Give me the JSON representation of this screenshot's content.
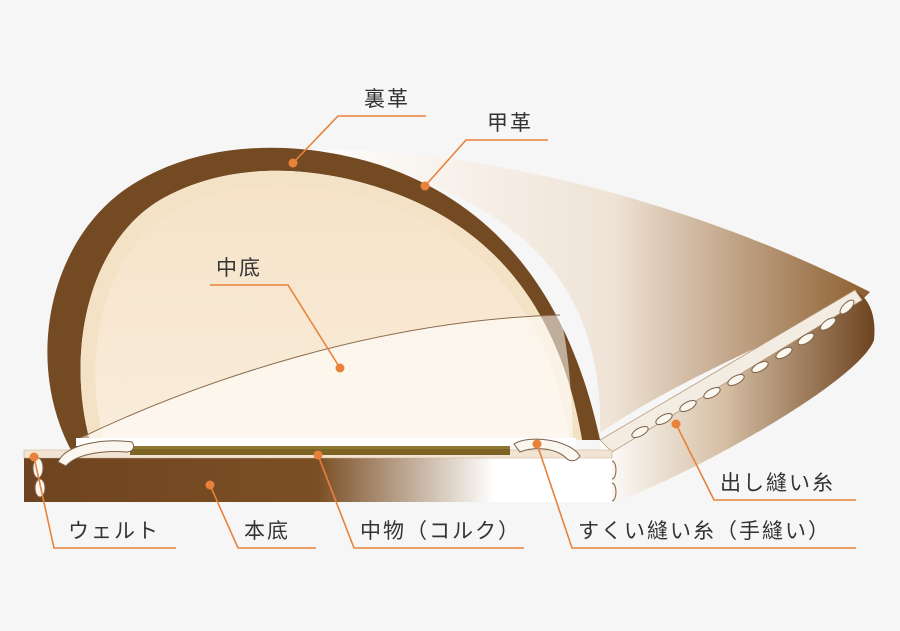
{
  "title": "",
  "colors": {
    "background": "#f6f6f6",
    "leader": "#e8823a",
    "leather_dark": "#6e4420",
    "leather_mid": "#8a5a2e",
    "lining": "#f4dfc2",
    "insole": "#f7e8d3",
    "cork": "#7d6425",
    "label_text": "#333333"
  },
  "labels": {
    "lining": "裏革",
    "upper": "甲革",
    "insole": "中底",
    "welt": "ウェルト",
    "outsole": "本底",
    "filler": "中物（コルク）",
    "welt_stitch": "出し縫い糸",
    "inseam": "すくい縫い糸（手縫い）"
  }
}
